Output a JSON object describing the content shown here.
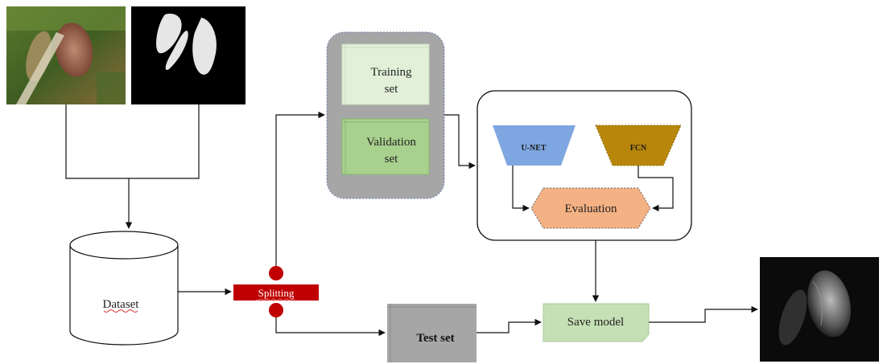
{
  "diagram": {
    "dataset_label": "Dataset",
    "splitting_label": "Splitting",
    "training_label_line1": "Training",
    "training_label_line2": "set",
    "validation_label_line1": "Validation",
    "validation_label_line2": "set",
    "unet_label": "U-NET",
    "fcn_label": "FCN",
    "evaluation_label": "Evaluation",
    "test_label": "Test set",
    "save_label": "Save model"
  },
  "colors": {
    "unet_fill": "#7ea6e0",
    "fcn_fill": "#b8860b",
    "evaluation_fill": "#f4b183",
    "training_fill": "#e2f0d9",
    "validation_fill": "#a9d18e",
    "container_fill": "#a6a6a6",
    "splitting_fill": "#c00000",
    "save_fill": "#c5e0b4",
    "test_fill": "#a6a6a6"
  }
}
